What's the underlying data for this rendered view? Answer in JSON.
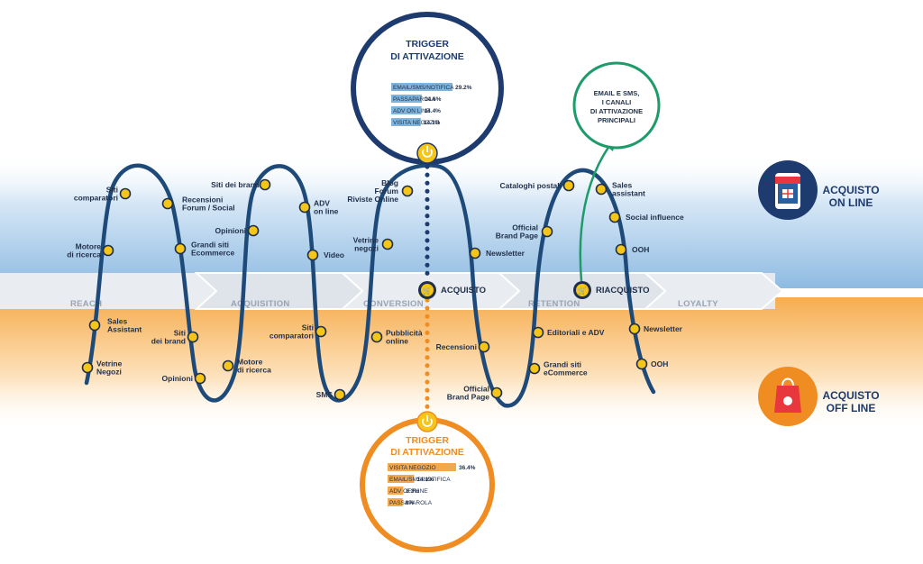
{
  "stages": [
    "REACH",
    "ACQUISITION",
    "CONVERSION",
    "RETENTION",
    "LOYALTY"
  ],
  "online_touchpoints": [
    {
      "id": "motore",
      "lines": [
        "Motore",
        "di ricerca"
      ]
    },
    {
      "id": "siti-comparatori",
      "lines": [
        "Siti",
        "comparatori"
      ]
    },
    {
      "id": "recensioni",
      "lines": [
        "Recensioni",
        "Forum / Social"
      ]
    },
    {
      "id": "grandi-siti",
      "lines": [
        "Grandi siti",
        "Ecommerce"
      ]
    },
    {
      "id": "opinioni",
      "lines": [
        "Opinioni"
      ]
    },
    {
      "id": "siti-brand",
      "lines": [
        "Siti dei brand"
      ]
    },
    {
      "id": "adv-online",
      "lines": [
        "ADV",
        "on line"
      ]
    },
    {
      "id": "video",
      "lines": [
        "Video"
      ]
    },
    {
      "id": "vetrine-negozi",
      "lines": [
        "Vetrine",
        "negozi"
      ]
    },
    {
      "id": "blog",
      "lines": [
        "Blog",
        "Forum",
        "Riviste Online"
      ]
    },
    {
      "id": "newsletter",
      "lines": [
        "Newsletter"
      ]
    },
    {
      "id": "official-brand",
      "lines": [
        "Official",
        "Brand Page"
      ]
    },
    {
      "id": "cataloghi",
      "lines": [
        "Cataloghi postali"
      ]
    },
    {
      "id": "sales-assistant",
      "lines": [
        "Sales",
        "assistant"
      ]
    },
    {
      "id": "social-influence",
      "lines": [
        "Social influence"
      ]
    },
    {
      "id": "ooh",
      "lines": [
        "OOH"
      ]
    }
  ],
  "offline_touchpoints": [
    {
      "id": "sales-assistant-off",
      "lines": [
        "Sales",
        "Assistant"
      ]
    },
    {
      "id": "vetrine-negozi-off",
      "lines": [
        "Vetrine",
        "Negozi"
      ]
    },
    {
      "id": "siti-brand-off",
      "lines": [
        "Siti",
        "dei brand"
      ]
    },
    {
      "id": "opinioni-off",
      "lines": [
        "Opinioni"
      ]
    },
    {
      "id": "motore-off",
      "lines": [
        "Motore",
        "di ricerca"
      ]
    },
    {
      "id": "siti-comparatori-off",
      "lines": [
        "Siti",
        "comparatori"
      ]
    },
    {
      "id": "sms-off",
      "lines": [
        "SMS"
      ]
    },
    {
      "id": "pubblicita-off",
      "lines": [
        "Pubblicità",
        "online"
      ]
    },
    {
      "id": "recensioni-off",
      "lines": [
        "Recensioni"
      ]
    },
    {
      "id": "official-brand-off",
      "lines": [
        "Official",
        "Brand Page"
      ]
    },
    {
      "id": "editoriali-off",
      "lines": [
        "Editoriali e ADV"
      ]
    },
    {
      "id": "grandi-siti-off",
      "lines": [
        "Grandi siti",
        "eCommerce"
      ]
    },
    {
      "id": "newsletter-off",
      "lines": [
        "Newsletter"
      ]
    },
    {
      "id": "ooh-off",
      "lines": [
        "OOH"
      ]
    }
  ],
  "acquisto_label": "ACQUISTO",
  "riacquisto_label": "RIACQUISTO",
  "trigger_online": {
    "title_lines": [
      "TRIGGER",
      "DI ATTIVAZIONE"
    ],
    "color": "#1d3b6e",
    "bar_color": "#7fb4dc",
    "rows": [
      {
        "label": "EMAIL/SMS/NOTIFICA",
        "value": 29.2,
        "text": "29.2%"
      },
      {
        "label": "PASSAPAROLA",
        "value": 14.6,
        "text": "14.6%"
      },
      {
        "label": "ADV ON LINE",
        "value": 14.4,
        "text": "14.4%"
      },
      {
        "label": "VISITA NEGOZIO",
        "value": 14.1,
        "text": "14.1%"
      }
    ]
  },
  "trigger_offline": {
    "title_lines": [
      "TRIGGER",
      "DI ATTIVAZIONE"
    ],
    "color": "#ef8d22",
    "bar_color": "#f4a84c",
    "rows": [
      {
        "label": "VISITA NEGOZIO",
        "value": 36.4,
        "text": "36.4%"
      },
      {
        "label": "EMAIL/SMS/NOTIFICA",
        "value": 14.1,
        "text": "14.1%"
      },
      {
        "label": "ADV OFFLINE",
        "value": 8.3,
        "text": "8.3%"
      },
      {
        "label": "PASSAPAROLA",
        "value": 8,
        "text": "8%"
      }
    ]
  },
  "note_lines": [
    "EMAIL E SMS,",
    "I CANALI",
    "DI ATTIVAZIONE",
    "PRINCIPALI"
  ],
  "badge_online": [
    "ACQUISTO",
    "ON LINE"
  ],
  "badge_offline": [
    "ACQUISTO",
    "OFF LINE"
  ],
  "colors": {
    "online_band": "#a9cbe9",
    "offline_band": "#f7b866",
    "wave": "#1e4a7a",
    "node_fill": "#f5c518",
    "node_stroke": "#1f2f4a",
    "note_ring": "#1e9b6b",
    "online_badge": "#1d3b6e",
    "offline_badge": "#ef8d22"
  }
}
